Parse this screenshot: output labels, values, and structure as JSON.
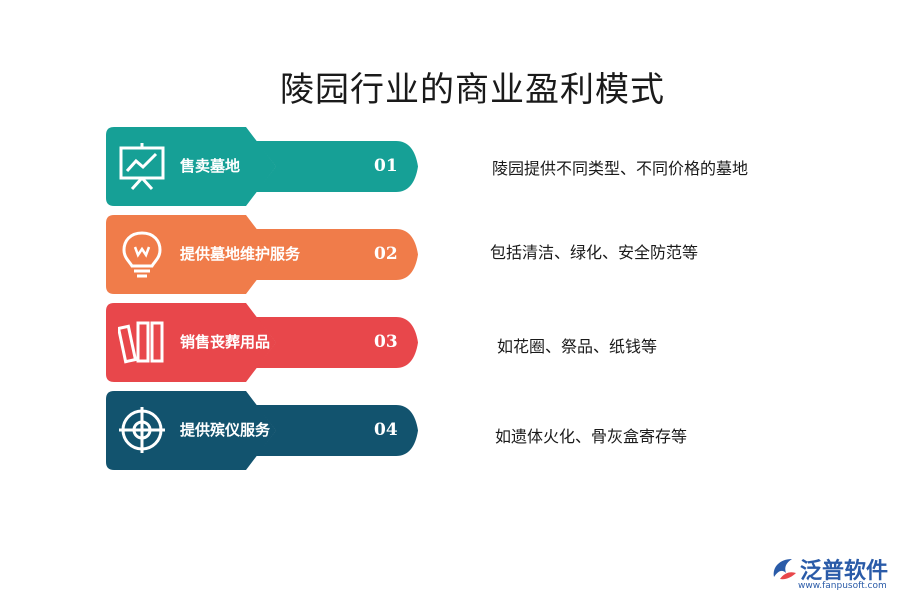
{
  "title": "陵园行业的商业盈利模式",
  "items": [
    {
      "label": "售卖墓地",
      "number": "01",
      "description": "陵园提供不同类型、不同价格的墓地",
      "icon": "chart-board-icon",
      "color": "#16a096",
      "dark": "#0e7a72"
    },
    {
      "label": "提供墓地维护服务",
      "number": "02",
      "description": "包括清洁、绿化、安全防范等",
      "icon": "lightbulb-icon",
      "color": "#f07c4a",
      "dark": "#c85a2c"
    },
    {
      "label": "销售丧葬用品",
      "number": "03",
      "description": "如花圈、祭品、纸钱等",
      "icon": "books-icon",
      "color": "#e8474b",
      "dark": "#b02e32"
    },
    {
      "label": "提供殡仪服务",
      "number": "04",
      "description": "如遗体火化、骨灰盒寄存等",
      "icon": "target-icon",
      "color": "#12536e",
      "dark": "#0a3a4f"
    }
  ],
  "logo": {
    "name": "泛普软件",
    "url": "www.fanpusoft.com",
    "color": "#2a5ba8"
  }
}
